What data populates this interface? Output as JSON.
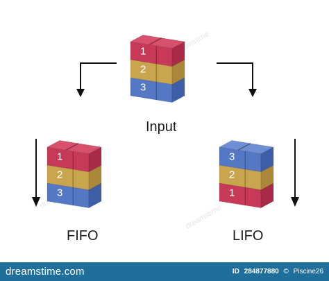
{
  "labels": {
    "input": "Input",
    "fifo": "FIFO",
    "lifo": "LIFO"
  },
  "stacks": {
    "input": {
      "order_top_to_bottom": [
        "1",
        "2",
        "3"
      ]
    },
    "fifo": {
      "order_top_to_bottom": [
        "1",
        "2",
        "3"
      ]
    },
    "lifo": {
      "order_top_to_bottom": [
        "3",
        "2",
        "1"
      ]
    }
  },
  "box_colors": {
    "1": {
      "top": "#d8506c",
      "front": "#c63a58",
      "side": "#a92a47",
      "name": "red"
    },
    "2": {
      "top": "#d4b462",
      "front": "#c9a54e",
      "side": "#ab873a",
      "name": "yellow"
    },
    "3": {
      "top": "#6f8fd4",
      "front": "#5578c4",
      "side": "#3e5ea8",
      "name": "blue"
    }
  },
  "arrow_color": "#111111",
  "watermark": "dreamstime",
  "footer": {
    "brand": "dreamstime.com",
    "id_label": "ID",
    "id_value": "284877880",
    "separator": "©",
    "author": "Piscine26"
  },
  "footer_color": "#1f6f9a",
  "icons": [
    "arrow-down-icon",
    "corner-arrow-left-icon",
    "corner-arrow-right-icon"
  ]
}
